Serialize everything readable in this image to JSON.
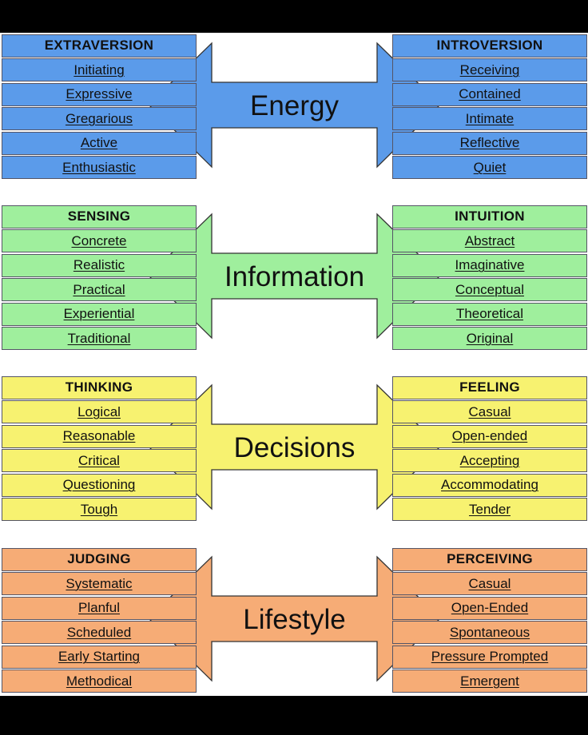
{
  "bands": [
    {
      "label": "Energy",
      "color": "#5b9bea",
      "left": {
        "header": "EXTRAVERSION",
        "items": [
          "Initiating",
          "Expressive",
          "Gregarious",
          "Active",
          "Enthusiastic"
        ]
      },
      "right": {
        "header": "INTROVERSION",
        "items": [
          "Receiving",
          "Contained",
          "Intimate",
          "Reflective",
          "Quiet"
        ]
      }
    },
    {
      "label": "Information",
      "color": "#9fef9d",
      "left": {
        "header": "SENSING",
        "items": [
          "Concrete",
          "Realistic",
          "Practical",
          "Experiential",
          "Traditional"
        ]
      },
      "right": {
        "header": "INTUITION",
        "items": [
          "Abstract",
          "Imaginative",
          "Conceptual",
          "Theoretical",
          "Original"
        ]
      }
    },
    {
      "label": "Decisions",
      "color": "#f7f270",
      "left": {
        "header": "THINKING",
        "items": [
          "Logical",
          "Reasonable",
          "Critical",
          "Questioning",
          "Tough"
        ]
      },
      "right": {
        "header": "FEELING",
        "items": [
          "Casual",
          "Open-ended",
          "Accepting",
          "Accommodating",
          "Tender"
        ]
      }
    },
    {
      "label": "Lifestyle",
      "color": "#f6ac76",
      "left": {
        "header": "JUDGING",
        "items": [
          "Systematic",
          "Planful",
          "Scheduled",
          "Early Starting",
          "Methodical"
        ]
      },
      "right": {
        "header": "PERCEIVING",
        "items": [
          "Casual",
          "Open-Ended",
          "Spontaneous",
          "Pressure Prompted",
          "Emergent"
        ]
      }
    }
  ]
}
